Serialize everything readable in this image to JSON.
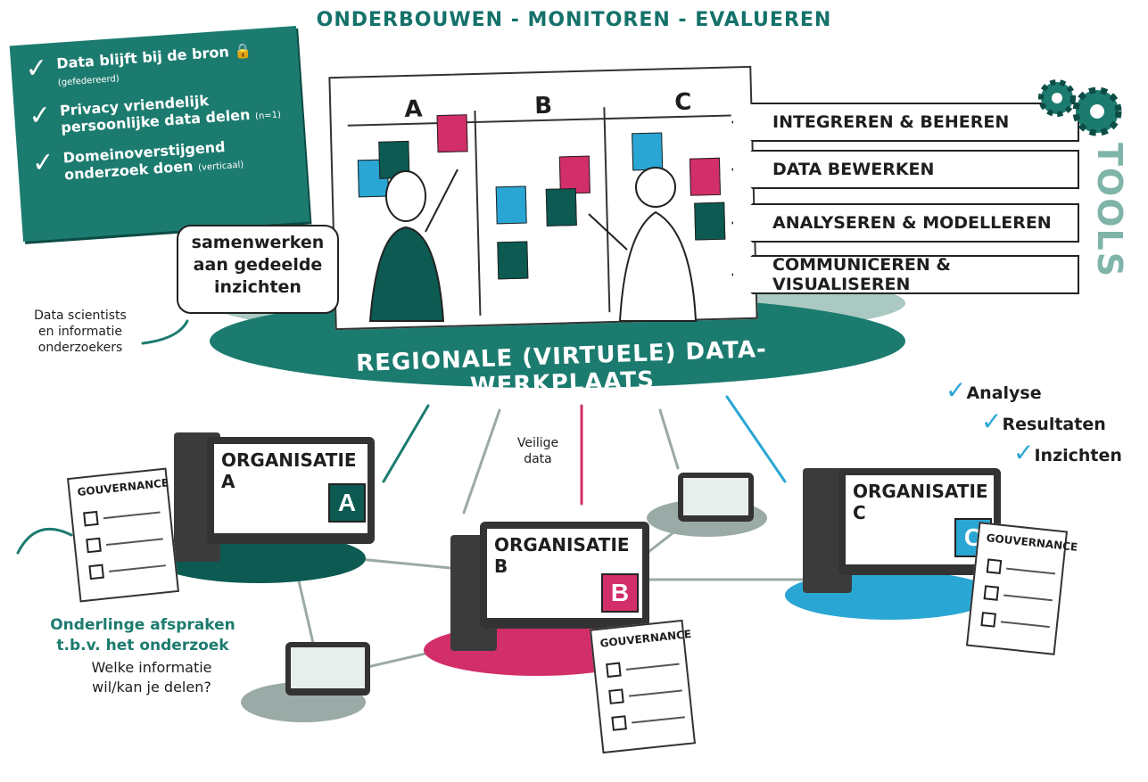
{
  "title": "ONDERBOUWEN - MONITOREN - EVALUEREN",
  "note": {
    "items": [
      {
        "text": "Data blijft bij de bron",
        "sub": "(gefedereerd)"
      },
      {
        "text": "Privacy vriendelijk persoonlijke data delen",
        "sub": "(n=1)"
      },
      {
        "text": "Domeinoverstijgend onderzoek doen",
        "sub": "(verticaal)"
      }
    ]
  },
  "board": {
    "columns": [
      "A",
      "B",
      "C"
    ]
  },
  "tools": {
    "label": "TOOLS",
    "items": [
      "INTEGREREN & BEHEREN",
      "DATA BEWERKEN",
      "ANALYSEREN & MODELLEREN",
      "COMMUNICEREN & VISUALISEREN"
    ]
  },
  "bubble": {
    "lines": [
      "samenwerken",
      "aan gedeelde",
      "inzichten"
    ]
  },
  "data_scientists": {
    "lines": [
      "Data scientists",
      "en informatie",
      "onderzoekers"
    ]
  },
  "platform": {
    "label": "REGIONALE (VIRTUELE) DATA-WERKPLAATS"
  },
  "secure": {
    "lines": [
      "Veilige",
      "data"
    ]
  },
  "outcomes": [
    "Analyse",
    "Resultaten",
    "Inzichten"
  ],
  "organisations": [
    {
      "name": "ORGANISATIE A",
      "letter": "A",
      "governance": "GOUVERNANCE",
      "color": "#0c5a52"
    },
    {
      "name": "ORGANISATIE B",
      "letter": "B",
      "governance": "GOUVERNANCE",
      "color": "#d22e6a"
    },
    {
      "name": "ORGANISATIE C",
      "letter": "C",
      "governance": "GOUVERNANCE",
      "color": "#2aa6d4"
    }
  ],
  "agreements": {
    "lines": [
      "Onderlinge afspraken",
      "t.b.v. het onderzoek"
    ],
    "question": [
      "Welke informatie",
      "wil/kan je delen?"
    ]
  },
  "colors": {
    "teal": "#1c7b6f",
    "pink": "#d22e6a",
    "blue": "#2aa6d4",
    "grey": "#9aaaa6"
  }
}
